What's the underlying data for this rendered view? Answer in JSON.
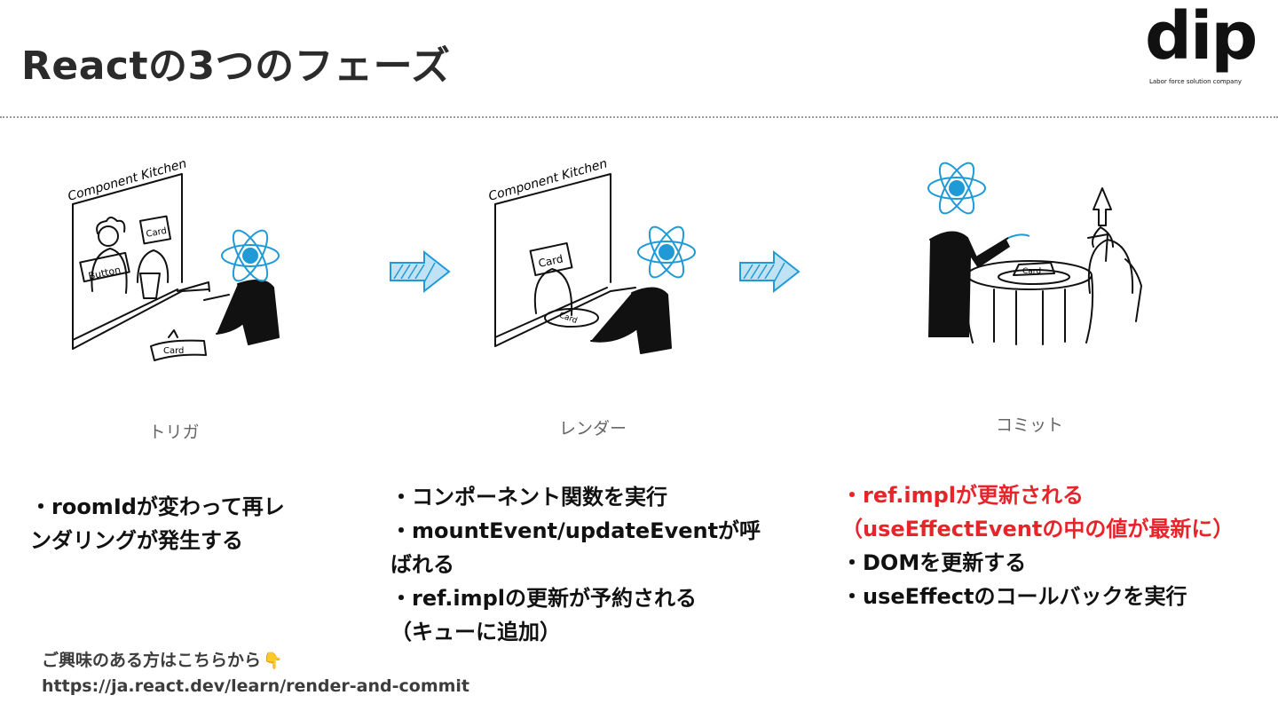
{
  "title": "Reactの3つのフェーズ",
  "logo": {
    "word": "dip",
    "tagline": "Labor force solution company"
  },
  "phases": [
    {
      "caption": "トリガ",
      "illustration": {
        "heading": "Component Kitchen",
        "labels": [
          "Card",
          "Button",
          "Card"
        ]
      },
      "bullets": [
        "・roomIdが変わって再レ",
        "ンダリングが発生する"
      ]
    },
    {
      "caption": "レンダー",
      "illustration": {
        "heading": "Component Kitchen",
        "labels": [
          "Card",
          "Card"
        ]
      },
      "bullets": [
        "・コンポーネント関数を実行",
        "・mountEvent/updateEventが呼",
        "ばれる",
        "・ref.implの更新が予約される",
        "（キューに追加）"
      ]
    },
    {
      "caption": "コミット",
      "illustration": {
        "labels": [
          "Card"
        ]
      },
      "bullets_highlight": [
        "・ref.implが更新される",
        "（useEffectEventの中の値が最新に）"
      ],
      "bullets": [
        "・DOMを更新する",
        "・useEffectのコールバックを実行"
      ]
    }
  ],
  "note": {
    "text": "ご興味のある方はこちらから",
    "icon": "pointing-down-hand-icon",
    "url": "https://ja.react.dev/learn/render-and-commit"
  },
  "colors": {
    "react_blue": "#1f9ad6",
    "react_fill": "#bfe3f5",
    "highlight_red": "#e8242a"
  }
}
